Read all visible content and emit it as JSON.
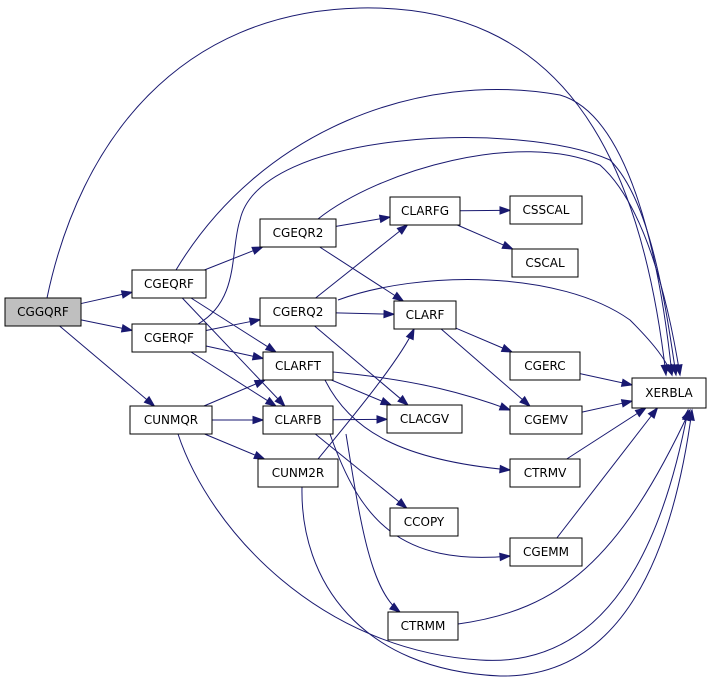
{
  "graph": {
    "colors": {
      "edge": "#191970",
      "node_fill": "#ffffff",
      "root_fill": "#bfbfbf",
      "node_border": "#000000"
    },
    "nodes": [
      {
        "id": "cggqrf",
        "label": "CGGQRF",
        "root": true
      },
      {
        "id": "cgeqrf",
        "label": "CGEQRF"
      },
      {
        "id": "cgerqf",
        "label": "CGERQF"
      },
      {
        "id": "cunmqr",
        "label": "CUNMQR"
      },
      {
        "id": "cgeqr2",
        "label": "CGEQR2"
      },
      {
        "id": "cgerq2",
        "label": "CGERQ2"
      },
      {
        "id": "clarft",
        "label": "CLARFT"
      },
      {
        "id": "clarfb",
        "label": "CLARFB"
      },
      {
        "id": "cunm2r",
        "label": "CUNM2R"
      },
      {
        "id": "clarfg",
        "label": "CLARFG"
      },
      {
        "id": "clarf",
        "label": "CLARF"
      },
      {
        "id": "clacgv",
        "label": "CLACGV"
      },
      {
        "id": "ccopy",
        "label": "CCOPY"
      },
      {
        "id": "ctrmm",
        "label": "CTRMM"
      },
      {
        "id": "csscal",
        "label": "CSSCAL"
      },
      {
        "id": "cscal",
        "label": "CSCAL"
      },
      {
        "id": "cgerc",
        "label": "CGERC"
      },
      {
        "id": "cgemv",
        "label": "CGEMV"
      },
      {
        "id": "ctrmv",
        "label": "CTRMV"
      },
      {
        "id": "cgemm",
        "label": "CGEMM"
      },
      {
        "id": "xerbla",
        "label": "XERBLA"
      }
    ],
    "edges": [
      [
        "cggqrf",
        "cgeqrf"
      ],
      [
        "cggqrf",
        "cgerqf"
      ],
      [
        "cggqrf",
        "cunmqr"
      ],
      [
        "cggqrf",
        "xerbla"
      ],
      [
        "cgeqrf",
        "cgeqr2"
      ],
      [
        "cgeqrf",
        "clarft"
      ],
      [
        "cgeqrf",
        "clarfb"
      ],
      [
        "cgeqrf",
        "xerbla"
      ],
      [
        "cgerqf",
        "cgerq2"
      ],
      [
        "cgerqf",
        "clarft"
      ],
      [
        "cgerqf",
        "clarfb"
      ],
      [
        "cgerqf",
        "xerbla"
      ],
      [
        "cunmqr",
        "clarft"
      ],
      [
        "cunmqr",
        "clarfb"
      ],
      [
        "cunmqr",
        "cunm2r"
      ],
      [
        "cunmqr",
        "xerbla"
      ],
      [
        "cgeqr2",
        "clarfg"
      ],
      [
        "cgeqr2",
        "clarf"
      ],
      [
        "cgeqr2",
        "xerbla"
      ],
      [
        "cgerq2",
        "clarfg"
      ],
      [
        "cgerq2",
        "clarf"
      ],
      [
        "cgerq2",
        "clacgv"
      ],
      [
        "cgerq2",
        "xerbla"
      ],
      [
        "clarft",
        "clacgv"
      ],
      [
        "clarft",
        "cgemv"
      ],
      [
        "clarft",
        "ctrmv"
      ],
      [
        "clarfb",
        "clacgv"
      ],
      [
        "clarfb",
        "ccopy"
      ],
      [
        "clarfb",
        "ctrmm"
      ],
      [
        "clarfb",
        "cgemm"
      ],
      [
        "cunm2r",
        "clarf"
      ],
      [
        "cunm2r",
        "xerbla"
      ],
      [
        "clarfg",
        "csscal"
      ],
      [
        "clarfg",
        "cscal"
      ],
      [
        "clarf",
        "cgerc"
      ],
      [
        "clarf",
        "cgemv"
      ],
      [
        "cgerc",
        "xerbla"
      ],
      [
        "cgemv",
        "xerbla"
      ],
      [
        "ctrmv",
        "xerbla"
      ],
      [
        "cgemm",
        "xerbla"
      ],
      [
        "ctrmm",
        "xerbla"
      ]
    ]
  }
}
